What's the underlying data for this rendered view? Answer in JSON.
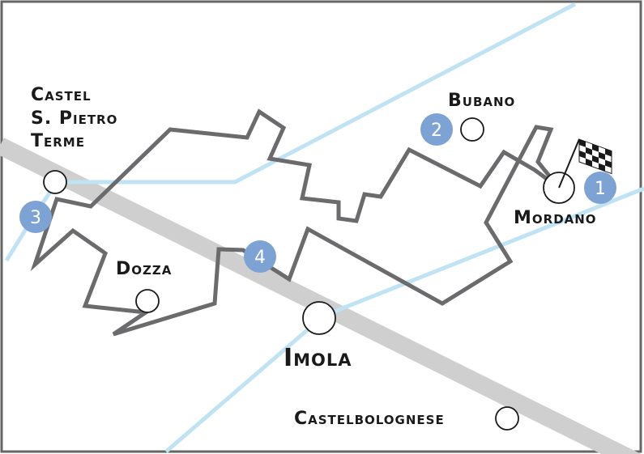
{
  "towns": {
    "castel_san_pietro": "Castel\nS. Pietro\nTerme",
    "bubano": "Bubano",
    "mordano": "Mordano",
    "dozza": "Dozza",
    "imola": "Imola",
    "castelbolognese": "Castelbolognese"
  },
  "stages": [
    "1",
    "2",
    "3",
    "4"
  ],
  "colors": {
    "route": "#6b6b6e",
    "roads": "#bfe3f2",
    "motorway": "#cfcfcf",
    "stage_marker": "#7ca3d4",
    "border": "#666666"
  },
  "icons": {
    "start_finish": "checkered-flag-icon"
  }
}
